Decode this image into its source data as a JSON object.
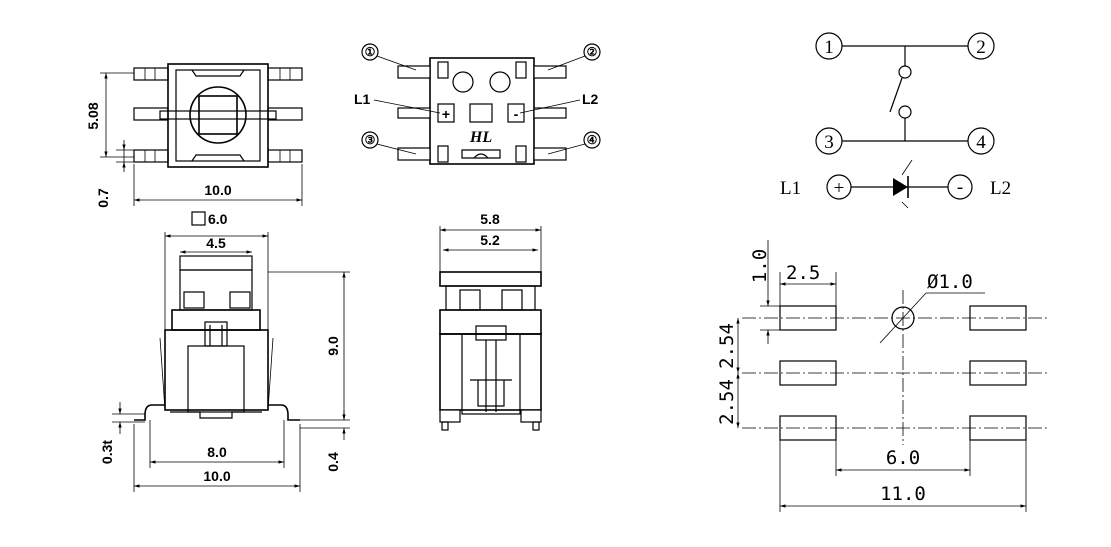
{
  "top_view": {
    "height_label": "5.08",
    "pin_gap_label": "0.7",
    "width_label": "10.0"
  },
  "bottom_view": {
    "pin1": "①",
    "pin2": "②",
    "pin3": "③",
    "pin4": "④",
    "l1_label": "L1",
    "l2_label": "L2",
    "plus": "+",
    "minus": "-",
    "logo": "HL"
  },
  "front_view": {
    "square_label": "6.0",
    "inner_width_label": "4.5",
    "height_label": "9.0",
    "thickness_label": "0.3t",
    "inner_span_label": "8.0",
    "overall_width_label": "10.0",
    "standoff_label": "0.4"
  },
  "side_view": {
    "outer_width_label": "5.8",
    "inner_width_label": "5.2"
  },
  "schematic": {
    "terminal1": "1",
    "terminal2": "2",
    "terminal3": "3",
    "terminal4": "4",
    "l1_label": "L1",
    "l2_label": "L2",
    "plus": "+",
    "minus": "-"
  },
  "footprint": {
    "pad_height_label": "1.0",
    "pad_width_label": "2.5",
    "hole_label": "Ø1.0",
    "pitch_top_label": "2.54",
    "pitch_bottom_label": "2.54",
    "inner_span_label": "6.0",
    "overall_span_label": "11.0"
  }
}
